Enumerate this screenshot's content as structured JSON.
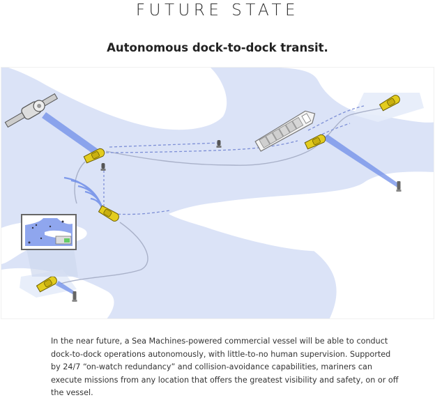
{
  "header": {
    "eyebrow": "FUTURE STATE",
    "subtitle": "Autonomous dock-to-dock transit."
  },
  "illustration": {
    "description": "Illustrated nautical map showing autonomous vessels transiting dock-to-dock with satellite link, remote monitoring display, sonar/radar waves and navigation buoys",
    "colors": {
      "water": "#dbe3f7",
      "land": "#ffffff",
      "beam": "#6f8ee8",
      "vessel": "#e3cc1e",
      "route": "#a9b1c9",
      "dashed_route": "#7d8fd6"
    },
    "elements": [
      {
        "type": "satellite-icon"
      },
      {
        "type": "container-ship-icon"
      },
      {
        "type": "tug-boat-icon",
        "count": 5
      },
      {
        "type": "buoy-icon",
        "count": 4
      },
      {
        "type": "monitor-display-icon"
      },
      {
        "type": "sonar-waves-icon"
      }
    ]
  },
  "body": {
    "paragraph": "In the near future, a Sea Machines-powered commercial vessel will be able to conduct dock-to-dock operations autonomously, with little-to-no human supervision. Supported by 24/7 “on-watch redundancy” and collision-avoidance capabilities, mariners can execute missions from any location that offers the greatest visibility and safety, on or off the vessel."
  }
}
